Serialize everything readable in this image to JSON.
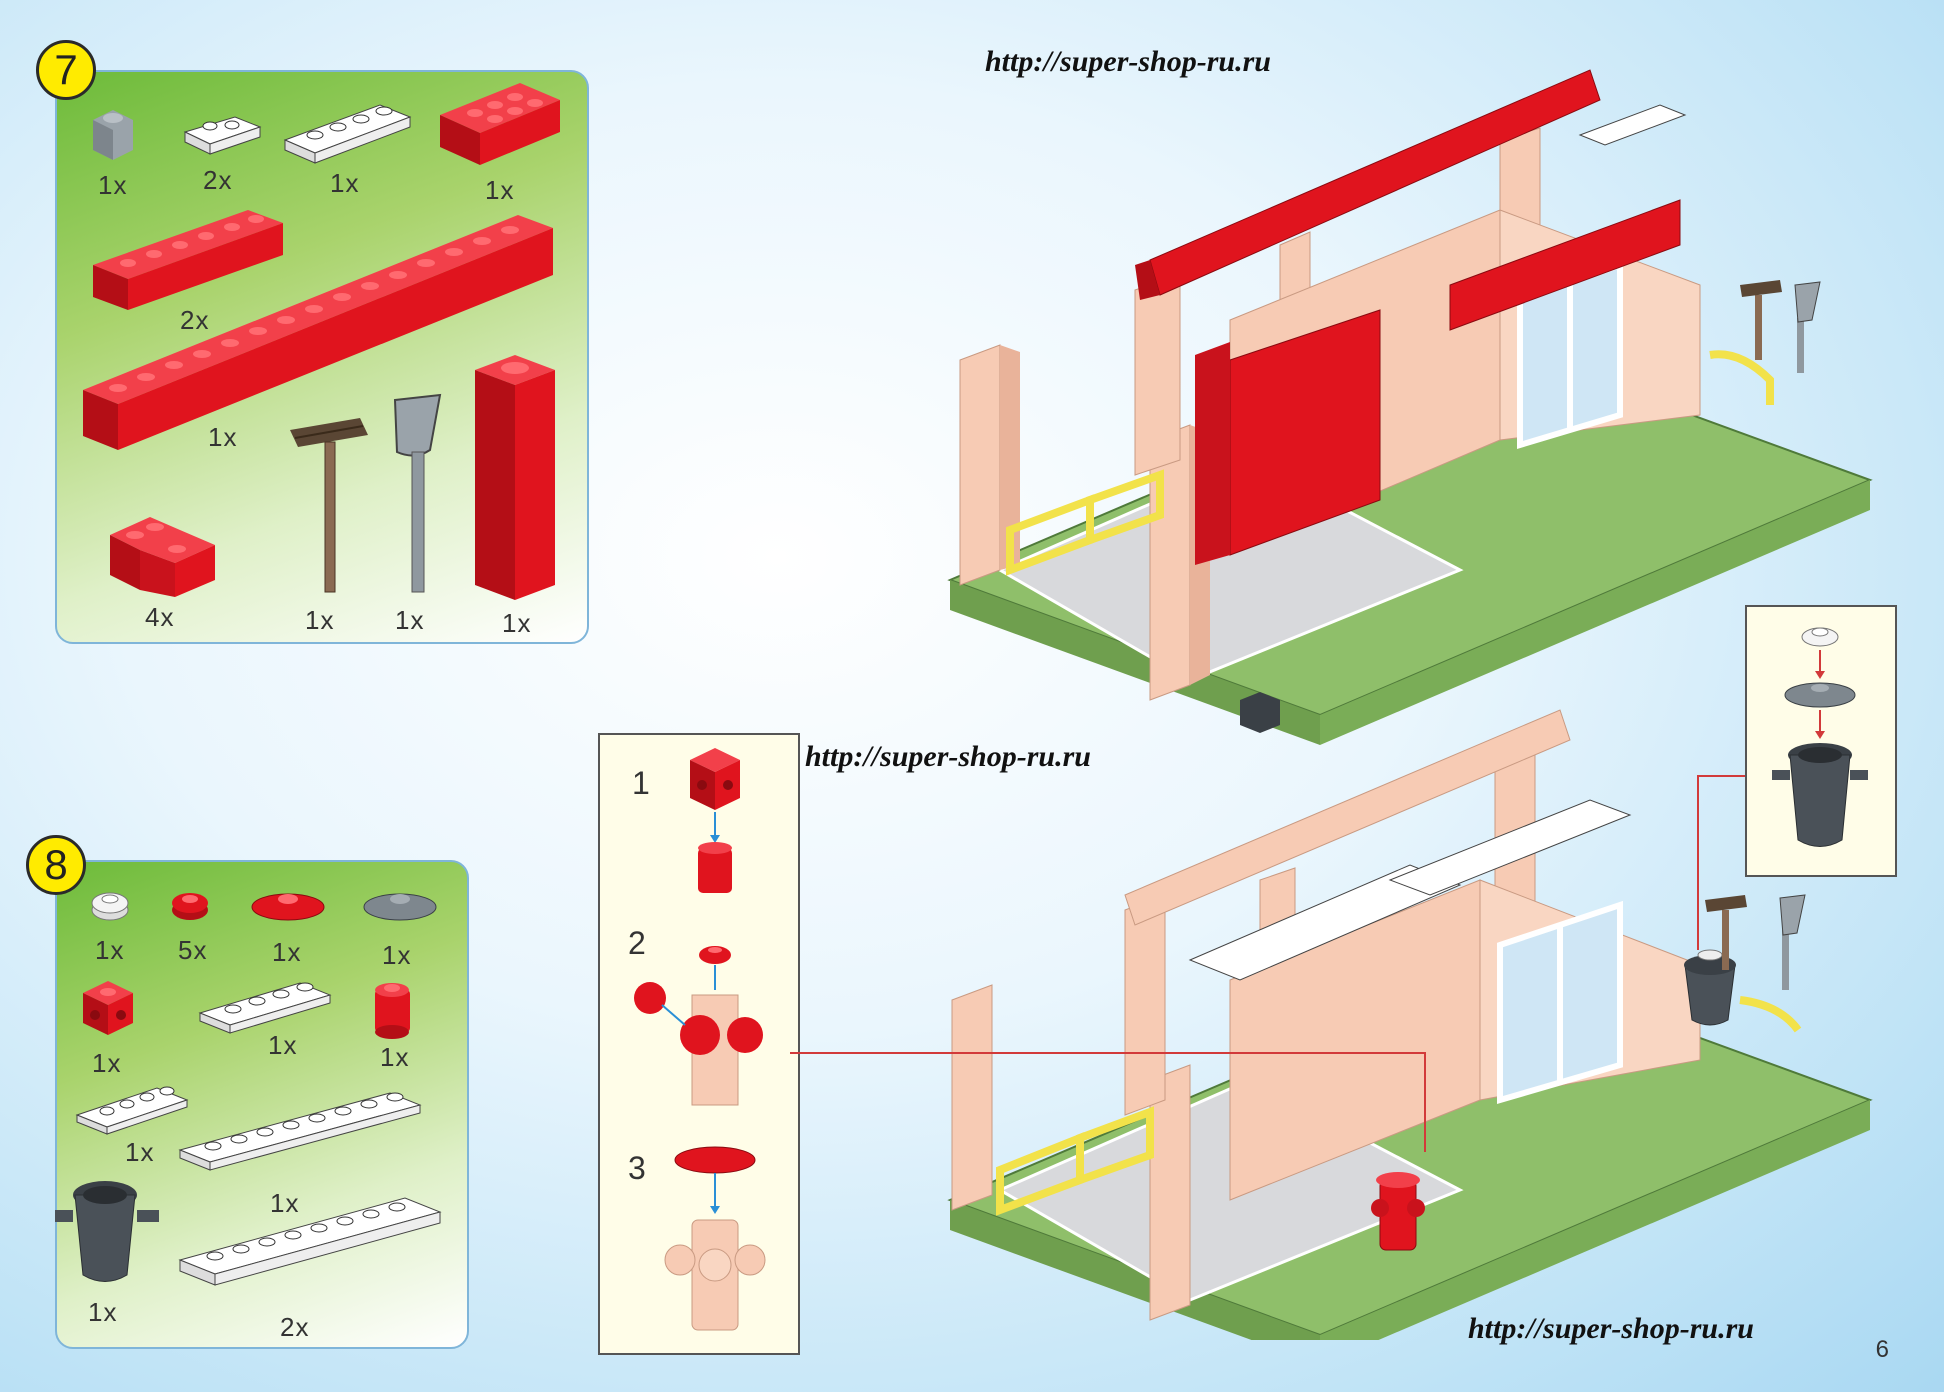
{
  "step7": {
    "number": "7",
    "quantities": {
      "grey_1x1": "1x",
      "white_1x2": "2x",
      "white_1x4": "1x",
      "red_2x4": "1x",
      "red_1x6": "2x",
      "red_1x16": "1x",
      "red_corner": "4x",
      "broom": "1x",
      "shovel": "1x",
      "red_column": "1x"
    }
  },
  "step8": {
    "number": "8",
    "quantities": {
      "round_white": "1x",
      "round_red_small": "5x",
      "dish_red": "1x",
      "dish_grey": "1x",
      "red_4side": "1x",
      "white_1x4": "1x",
      "red_cylinder": "1x",
      "white_1x4_b": "1x",
      "white_1x8": "1x",
      "trash_can": "1x",
      "white_1x8_b": "2x"
    }
  },
  "hydrant_steps": [
    "1",
    "2",
    "3"
  ],
  "urls": {
    "top": "http://super-shop-ru.ru",
    "middle": "http://super-shop-ru.ru",
    "bottom": "http://super-shop-ru.ru"
  },
  "page_number": "6",
  "colors": {
    "red_brick": "#e0141e",
    "white_brick": "#ffffff",
    "peach_brick": "#f7cbb4",
    "baseplate": "#8fbf6a",
    "yellow_badge": "#ffeb00",
    "connector_line": "#d23a3a"
  }
}
